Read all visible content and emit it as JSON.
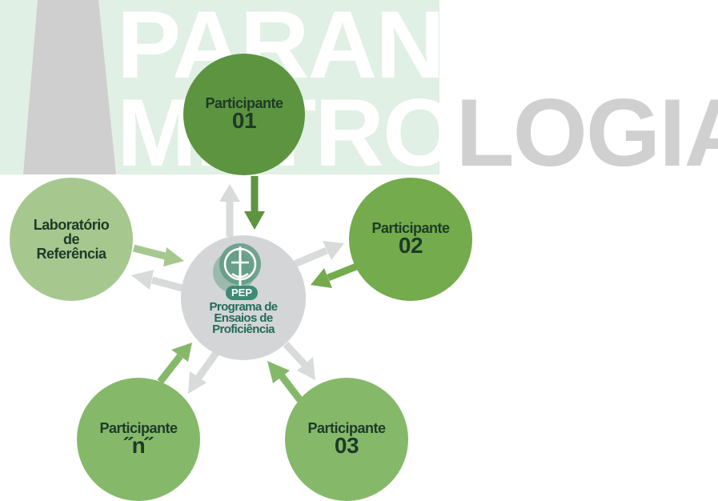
{
  "background_text": {
    "line1": "PARANÁ",
    "line2_part1": "ME",
    "line2_part2": "TRO",
    "line2_part3": "LOGIA"
  },
  "center": {
    "badge": "PEP",
    "line1": "Programa de",
    "line2": "Ensaios de",
    "line3": "Proficiência"
  },
  "nodes": {
    "p01": {
      "label": "Participante",
      "number": "01"
    },
    "p02": {
      "label": "Participante",
      "number": "02"
    },
    "p03": {
      "label": "Participante",
      "number": "03"
    },
    "pn": {
      "label": "Participante",
      "number": "˝n˝"
    },
    "lab": {
      "line1": "Laboratório",
      "line2": "de",
      "line3": "Referência"
    }
  },
  "colors": {
    "band": "#e0f0e4",
    "pillar": "#cfcfcf",
    "logia_text": "#d0d0d0",
    "dark_green": "#5d9440",
    "mid_green": "#74ab4c",
    "light_green": "#86b86a",
    "pale_green": "#a6c88f",
    "center_gray": "#d3d5d6",
    "text_dark": "#1d3a28",
    "teal": "#236b58",
    "gray_arrow": "#d9dada"
  }
}
